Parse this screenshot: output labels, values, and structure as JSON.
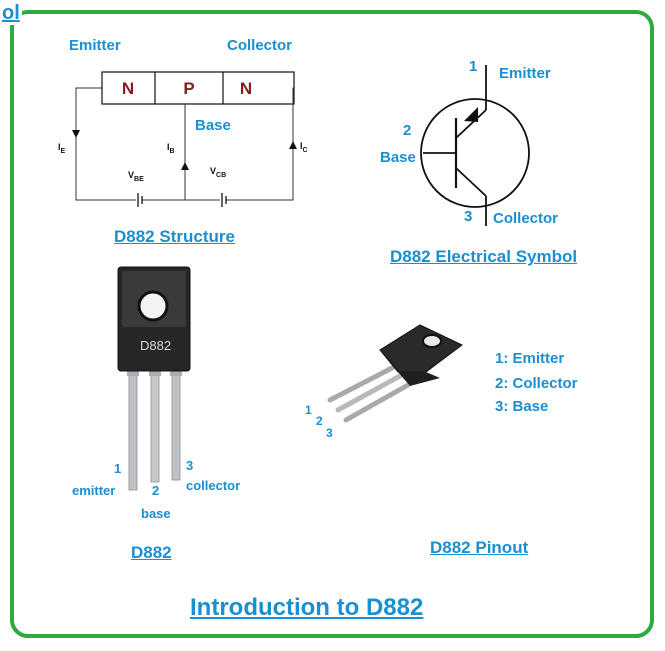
{
  "corner_text": "ol",
  "structure": {
    "emitter_label": "Emitter",
    "collector_label": "Collector",
    "base_label": "Base",
    "regions": [
      "N",
      "P",
      "N"
    ],
    "current_labels": {
      "ie": "I",
      "ie_sub": "E",
      "ib": "I",
      "ib_sub": "B",
      "ic": "I",
      "ic_sub": "C"
    },
    "voltage_labels": {
      "vbe": "V",
      "vbe_sub": "BE",
      "vcb": "V",
      "vcb_sub": "CB"
    },
    "caption": "D882 Structure"
  },
  "symbol": {
    "pin1_num": "1",
    "pin1_label": "Emitter",
    "pin2_num": "2",
    "pin2_label": "Base",
    "pin3_num": "3",
    "pin3_label": "Collector",
    "caption": "D882 Electrical Symbol"
  },
  "package": {
    "marking": "D882",
    "pin1_num": "1",
    "pin1_label": "emitter",
    "pin2_num": "2",
    "pin2_label": "base",
    "pin3_num": "3",
    "pin3_label": "collector",
    "caption": "D882"
  },
  "pinout": {
    "pin_numbers": [
      "1",
      "2",
      "3"
    ],
    "list": [
      "1: Emitter",
      "2: Collector",
      "3: Base"
    ],
    "caption": "D882 Pinout"
  },
  "title": "Introduction to D882",
  "colors": {
    "accent": "#1b8fcf",
    "frame": "#2eaa3f",
    "junction_text": "#8b1a1a"
  }
}
